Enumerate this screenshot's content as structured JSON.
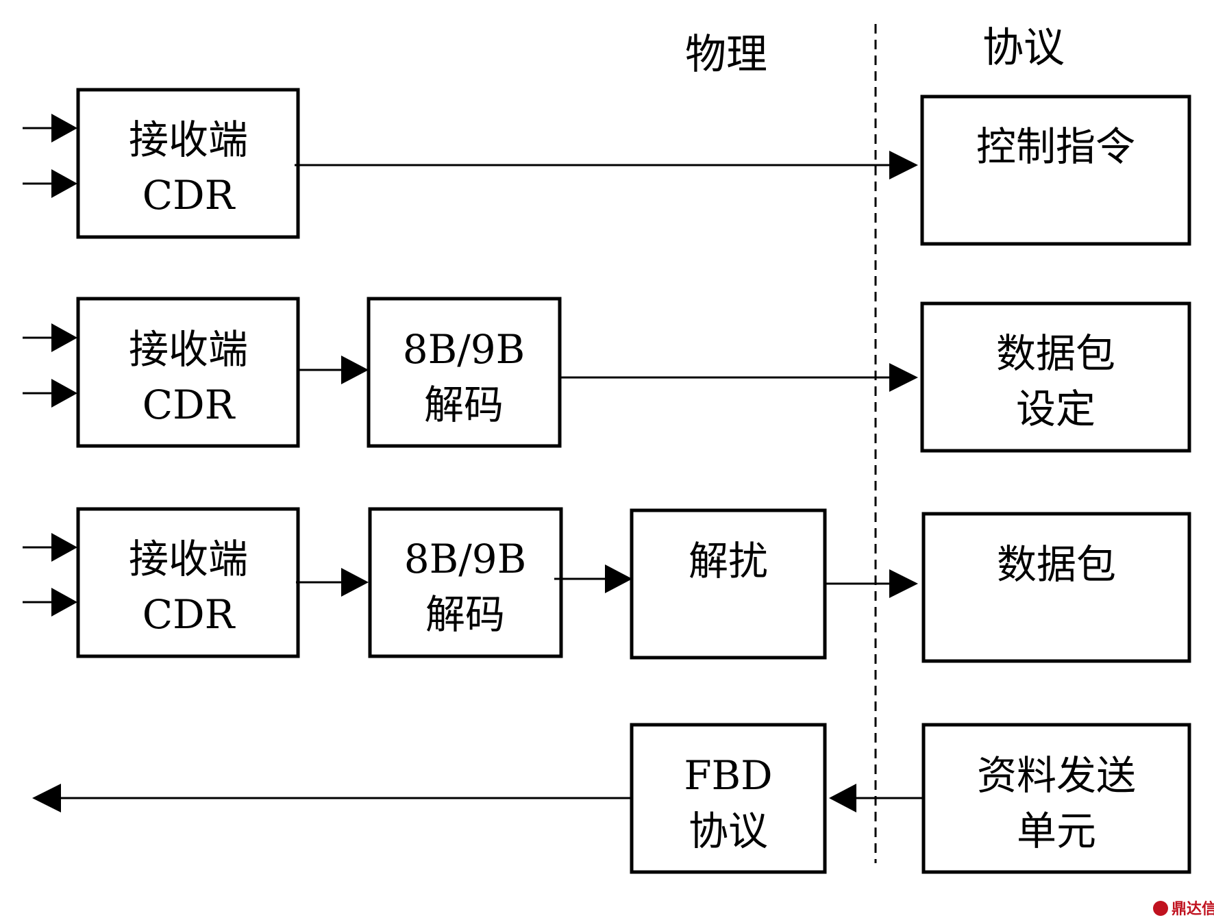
{
  "sections": {
    "physical": "物理",
    "protocol": "协议"
  },
  "row1": {
    "receiver": [
      "接收端",
      "CDR"
    ],
    "target": [
      "控制指令"
    ]
  },
  "row2": {
    "receiver": [
      "接收端",
      "CDR"
    ],
    "decoder": [
      "8B/9B",
      "解码"
    ],
    "target": [
      "数据包",
      "设定"
    ]
  },
  "row3": {
    "receiver": [
      "接收端",
      "CDR"
    ],
    "decoder": [
      "8B/9B",
      "解码"
    ],
    "descrambler": [
      "解扰"
    ],
    "target": [
      "数据包"
    ]
  },
  "row4": {
    "fbd": [
      "FBD",
      "协议"
    ],
    "sender": [
      "资料发送",
      "单元"
    ]
  },
  "watermark": "鼎达信",
  "colors": {
    "line": "#000000",
    "watermark": "#c0121f"
  }
}
